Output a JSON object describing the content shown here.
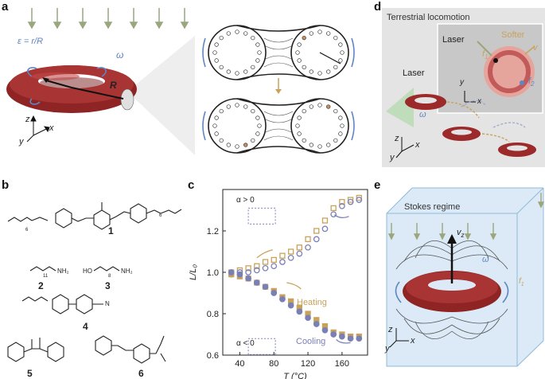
{
  "panels": {
    "a": {
      "label": "a",
      "epsilon_eq": "ε = r/R",
      "omega": "ω",
      "R": "R",
      "axes": {
        "z": "z",
        "x": "x",
        "y": "y"
      }
    },
    "b": {
      "label": "b",
      "compounds": [
        "1",
        "2",
        "3",
        "4",
        "5",
        "6"
      ],
      "labels": {
        "nh2_2": "NH₂",
        "sub_2": "11",
        "ho_3": "HO",
        "nh2_3": "NH₂",
        "sub_3": "8",
        "n_4": "N",
        "sub_1a": "6",
        "sub_1b": "6"
      }
    },
    "c": {
      "label": "c",
      "heating": "Heating",
      "cooling": "Cooling",
      "alpha_pos": "α > 0",
      "alpha_neg": "α < 0"
    },
    "d": {
      "label": "d",
      "title": "Terrestrial locomotion",
      "laser_inset": "Laser",
      "softer": "Softer",
      "laser_main": "Laser",
      "omega": "ω",
      "f1": "f",
      "f1_sub": "1",
      "f2": "f",
      "f2_sub": "2",
      "v": "v",
      "axes": {
        "z": "z",
        "x": "x",
        "y": "y"
      },
      "inset_axes": {
        "y": "y",
        "x": "x"
      }
    },
    "e": {
      "label": "e",
      "title": "Stokes regime",
      "v": "v",
      "v_sub": "z",
      "omega": "ω",
      "f": "f",
      "f_sub": "1",
      "axes": {
        "z": "z",
        "x": "x",
        "y": "y"
      }
    }
  },
  "colors": {
    "torus": "#9c2a2a",
    "heating": "#c9a25a",
    "cooling": "#7a7fb6",
    "arrow_blue": "#5f86c4",
    "arrow_green": "#9aa67c",
    "box_blue": "#d6e8f5"
  },
  "chart_data": {
    "type": "scatter",
    "xlabel": "T (°C)",
    "ylabel": "L/L₀",
    "xlim": [
      20,
      190
    ],
    "ylim": [
      0.6,
      1.4
    ],
    "xticks": [
      40,
      80,
      120,
      160
    ],
    "yticks": [
      0.6,
      0.8,
      1.0,
      1.2
    ],
    "series": [
      {
        "name": "Heating",
        "marker": "square-open",
        "branch": "alpha>0",
        "x": [
          30,
          40,
          50,
          60,
          70,
          80,
          90,
          100,
          110,
          120,
          130,
          140,
          150,
          160,
          170,
          180
        ],
        "y": [
          1.0,
          1.01,
          1.02,
          1.03,
          1.05,
          1.06,
          1.08,
          1.1,
          1.12,
          1.16,
          1.2,
          1.25,
          1.31,
          1.34,
          1.35,
          1.36
        ]
      },
      {
        "name": "Cooling",
        "marker": "circle-open",
        "branch": "alpha>0",
        "x": [
          30,
          40,
          50,
          60,
          70,
          80,
          90,
          100,
          110,
          120,
          130,
          140,
          150,
          160,
          170,
          180
        ],
        "y": [
          0.99,
          1.0,
          1.0,
          1.01,
          1.02,
          1.03,
          1.05,
          1.07,
          1.09,
          1.12,
          1.16,
          1.21,
          1.28,
          1.32,
          1.34,
          1.35
        ]
      },
      {
        "name": "Heating",
        "marker": "square-filled",
        "branch": "alpha<0",
        "x": [
          30,
          40,
          50,
          60,
          70,
          80,
          90,
          100,
          110,
          120,
          130,
          140,
          150,
          160,
          170,
          180
        ],
        "y": [
          0.99,
          0.98,
          0.97,
          0.95,
          0.93,
          0.91,
          0.88,
          0.86,
          0.83,
          0.8,
          0.77,
          0.74,
          0.71,
          0.7,
          0.69,
          0.69
        ]
      },
      {
        "name": "Cooling",
        "marker": "circle-filled",
        "branch": "alpha<0",
        "x": [
          30,
          40,
          50,
          60,
          70,
          80,
          90,
          100,
          110,
          120,
          130,
          140,
          150,
          160,
          170,
          180
        ],
        "y": [
          1.0,
          0.99,
          0.97,
          0.95,
          0.93,
          0.9,
          0.87,
          0.84,
          0.81,
          0.78,
          0.75,
          0.72,
          0.7,
          0.69,
          0.68,
          0.68
        ]
      }
    ]
  }
}
